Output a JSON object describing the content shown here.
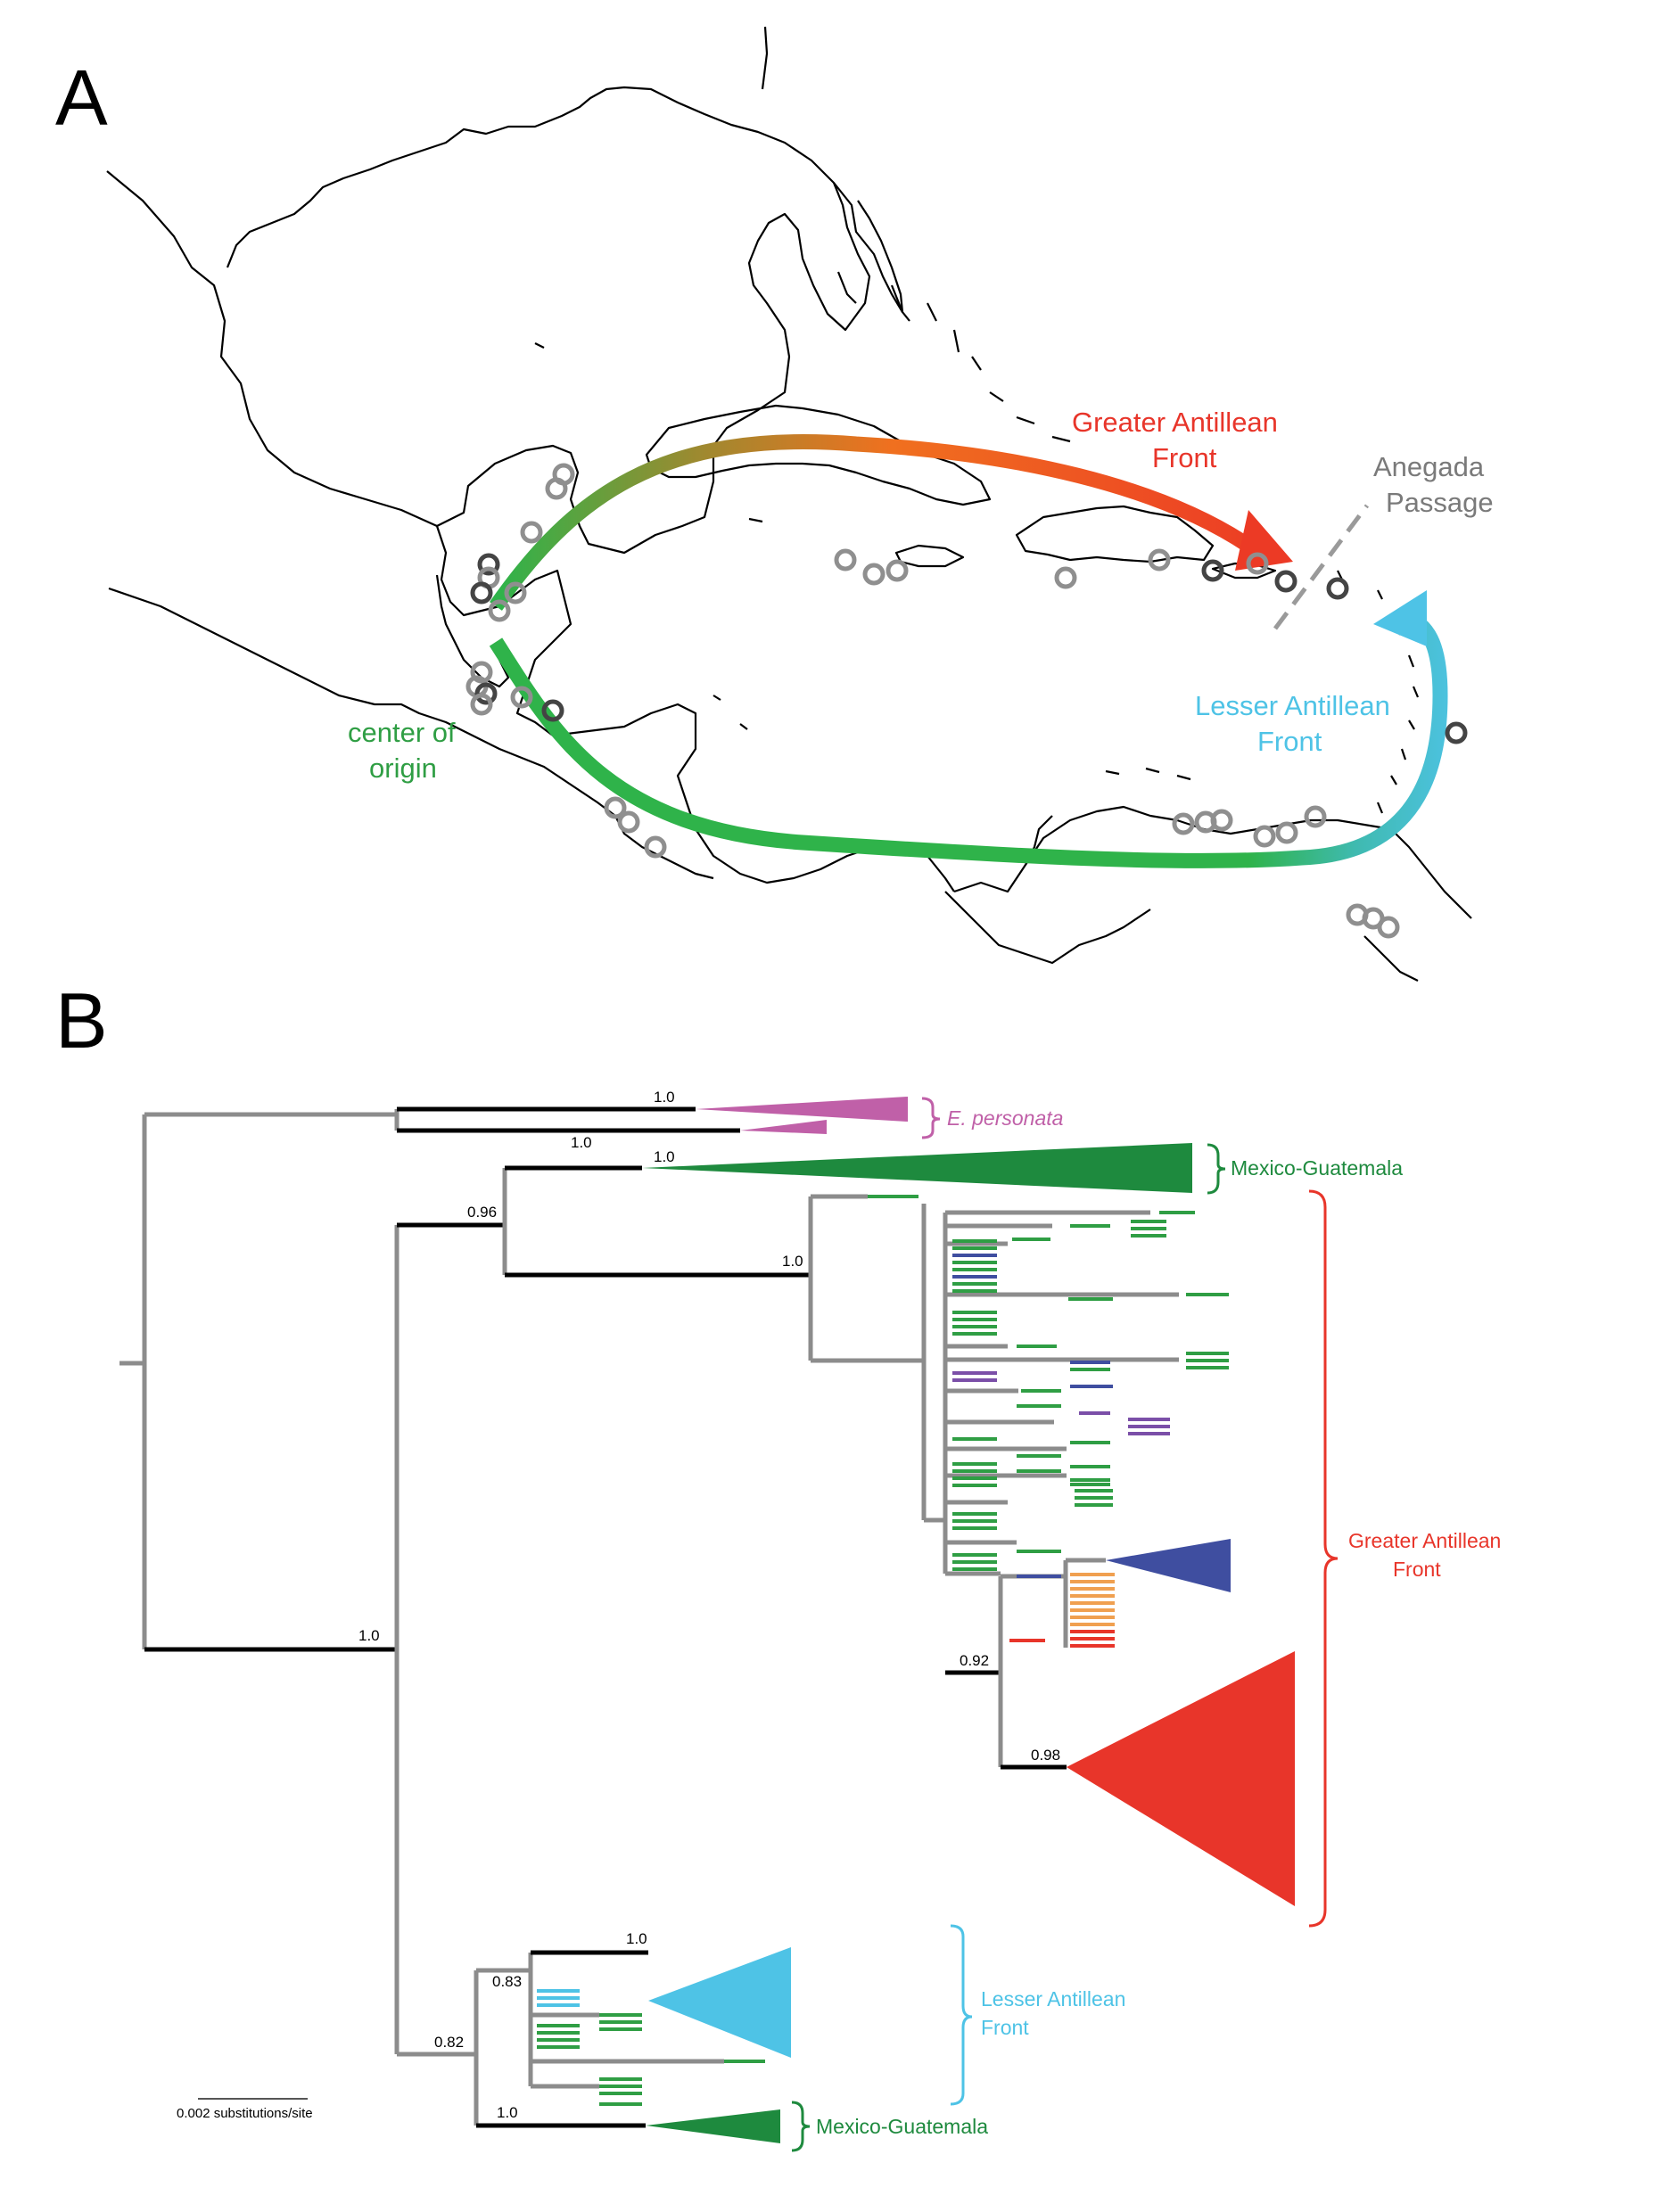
{
  "panels": {
    "a": "A",
    "b": "B"
  },
  "map": {
    "labels": {
      "greater_line1": "Greater Antillean",
      "greater_line2": "Front",
      "anegada_line1": "Anegada",
      "anegada_line2": "Passage",
      "lesser_line1": "Lesser Antillean",
      "lesser_line2": "Front",
      "origin_line1": "center of",
      "origin_line2": "origin"
    }
  },
  "tree": {
    "support": {
      "root": "1.0",
      "persona_node": "1.0",
      "mexgua_stem": "1.0",
      "mexgua_clade": "1.0",
      "node_096": "0.96",
      "gaf_crown": "1.0",
      "node_092": "0.92",
      "node_098": "0.98",
      "node_082": "0.82",
      "node_083": "0.83",
      "laf_clade": "1.0",
      "mg2_node": "1.0"
    },
    "clades": {
      "persona": "E. personata",
      "mexgua_top": "Mexico-Guatemala",
      "gaf_line1": "Greater Antillean",
      "gaf_line2": "Front",
      "laf_line1": "Lesser Antillean",
      "laf_line2": "Front",
      "mexgua_bottom": "Mexico-Guatemala"
    },
    "scale_label": "0.002 substitutions/site"
  },
  "colors": {
    "green": "#2f9e44",
    "dark_green": "#1e8a3e",
    "red": "#e8352a",
    "cyan": "#4ec3e6",
    "magenta": "#c060a8",
    "navy": "#3f4ea0",
    "orange": "#f0a050",
    "purple": "#7b4fa8",
    "gray": "#8c8c8c"
  }
}
